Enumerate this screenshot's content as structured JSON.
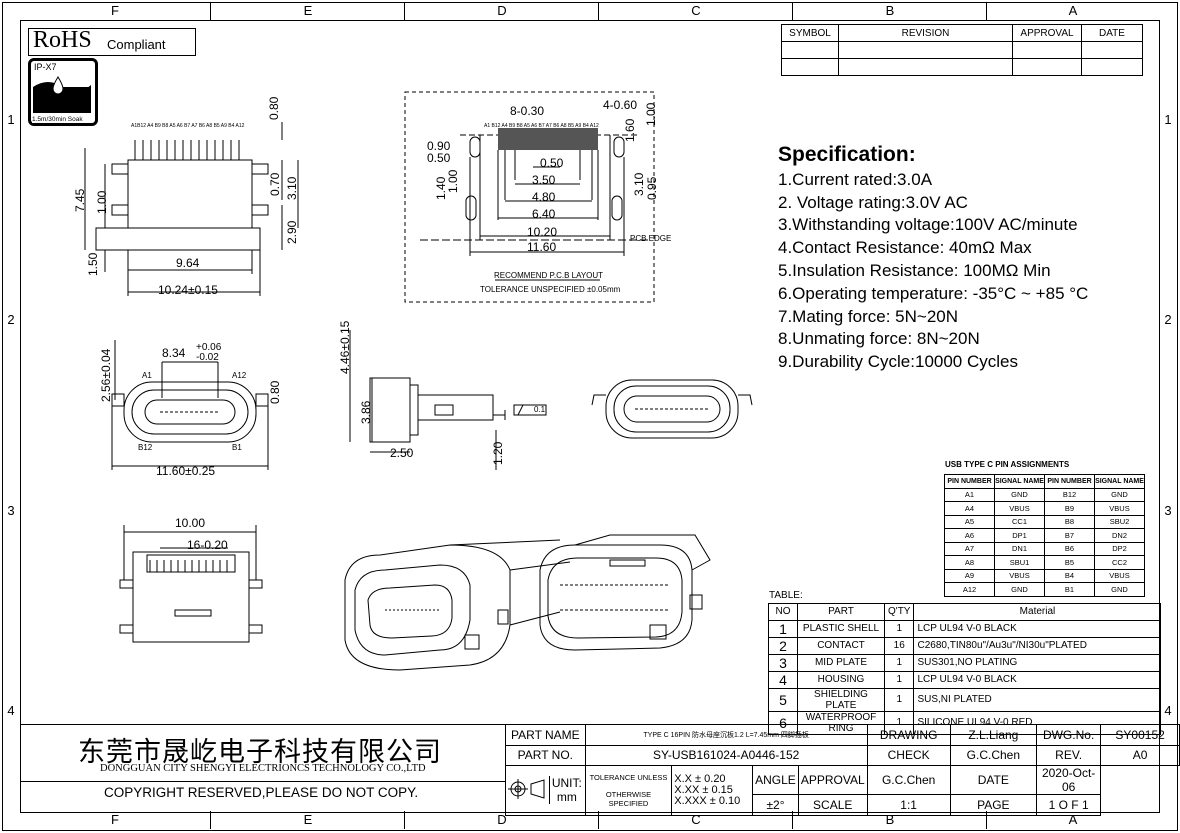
{
  "columns": [
    "F",
    "E",
    "D",
    "C",
    "B",
    "A"
  ],
  "rows": [
    "1",
    "2",
    "3",
    "4"
  ],
  "rohs": {
    "main": "RoHS",
    "sub": "Compliant"
  },
  "ip_badge": {
    "rating": "IP-X7",
    "soak": "1.5m/30min Soak"
  },
  "revision_table": {
    "headers": [
      "SYMBOL",
      "REVISION",
      "APPROVAL",
      "DATE"
    ]
  },
  "top_view": {
    "dims": [
      "0.80",
      "7.45",
      "1.00",
      "0.70",
      "3.10",
      "2.90",
      "1.50",
      "9.64",
      "10.24±0.15"
    ],
    "pin_labels": "A1B12 A4 B9 B8 A5 A6 B7 A7 B6 A8 B5 A9 B4 A12"
  },
  "pcb_layout": {
    "dims": [
      "8-0.30",
      "4-0.60",
      "1.00",
      "1.60",
      "0.90",
      "0.50",
      "0.50",
      "3.50",
      "4.80",
      "6.40",
      "10.20",
      "11.60",
      "1.40",
      "1.00",
      "3.10",
      "0.95"
    ],
    "pin_labels": "A1 B12 A4 B9 B8 A5 A6 B7 A7 B6 A8 B5 A9 B4 A12",
    "pcb_edge": "PCB EDGE",
    "caption": "RECOMMEND P.C.B LAYOUT",
    "tolerance": "TOLERANCE UNSPECIFIED ±0.05mm"
  },
  "front_view": {
    "dims": [
      "8.34",
      "+0.06",
      "-0.02",
      "2.56±0.04",
      "0.80",
      "11.60±0.25"
    ],
    "labels": [
      "A1",
      "A12",
      "B12",
      "B1"
    ]
  },
  "side_view": {
    "dims": [
      "4.46±0.15",
      "3.86",
      "2.50",
      "1.20"
    ],
    "flatness": "0.1"
  },
  "bottom_view": {
    "dims": [
      "10.00",
      "16-0.20"
    ]
  },
  "specification": {
    "title": "Specification:",
    "items": [
      "1.Current rated:3.0A",
      "2. Voltage rating:3.0V AC",
      "3.Withstanding voltage:100V AC/minute",
      "4.Contact Resistance: 40mΩ Max",
      "5.Insulation Resistance: 100MΩ Min",
      "6.Operating temperature: -35°C ~ +85 °C",
      "7.Mating force: 5N~20N",
      "8.Unmating force: 8N~20N",
      "9.Durability Cycle:10000 Cycles"
    ]
  },
  "pin_assignments": {
    "title": "USB TYPE C PIN ASSIGNMENTS",
    "headers": [
      "PIN NUMBER",
      "SIGNAL NAME",
      "PIN NUMBER",
      "SIGNAL NAME"
    ],
    "rows": [
      [
        "A1",
        "GND",
        "B12",
        "GND"
      ],
      [
        "A4",
        "VBUS",
        "B9",
        "VBUS"
      ],
      [
        "A5",
        "CC1",
        "B8",
        "SBU2"
      ],
      [
        "A6",
        "DP1",
        "B7",
        "DN2"
      ],
      [
        "A7",
        "DN1",
        "B6",
        "DP2"
      ],
      [
        "A8",
        "SBU1",
        "B5",
        "CC2"
      ],
      [
        "A9",
        "VBUS",
        "B4",
        "VBUS"
      ],
      [
        "A12",
        "GND",
        "B1",
        "GND"
      ]
    ]
  },
  "parts_table": {
    "label": "TABLE:",
    "headers": [
      "NO",
      "PART",
      "Q'TY",
      "Material"
    ],
    "rows": [
      [
        "1",
        "PLASTIC SHELL",
        "1",
        "LCP UL94 V-0 BLACK"
      ],
      [
        "2",
        "CONTACT",
        "16",
        "C2680,TIN80u\"/Au3u\"/NI30u\"PLATED"
      ],
      [
        "3",
        "MID PLATE",
        "1",
        "SUS301,NO PLATING"
      ],
      [
        "4",
        "HOUSING",
        "1",
        "LCP UL94 V-0 BLACK"
      ],
      [
        "5",
        "SHIELDING PLATE",
        "1",
        "SUS,NI PLATED"
      ],
      [
        "6",
        "WATERPROOF RING",
        "1",
        "SILICONE UL94 V-0 RED"
      ]
    ]
  },
  "title_block": {
    "company_cn": "东莞市晟屹电子科技有限公司",
    "company_en": "DONGGUAN CITY SHENGYI ELECTRIONCS TECHNOLOGY CO.,LTD",
    "copyright": "COPYRIGHT RESERVED,PLEASE DO NOT COPY.",
    "part_name_label": "PART NAME",
    "part_name": "TYPE C 16PIN 防水母座沉板1.2 L=7.45mm 四脚插板",
    "part_no_label": "PART NO.",
    "part_no": "SY-USB161024-A0446-152",
    "unit_label": "UNIT:",
    "unit": "mm",
    "tol_label1": "TOLERANCE UNLESS",
    "tol_label2": "OTHERWISE SPECIFIED",
    "tol1": "X.X ± 0.20",
    "tol2": "X.XX ± 0.15",
    "tol3": "X.XXX ± 0.10",
    "angle_label": "ANGLE",
    "angle": "±2°",
    "drawing_label": "DRAWING",
    "drawing": "Z.L.Liang",
    "check_label": "CHECK",
    "check": "G.C.Chen",
    "approval_label": "APPROVAL",
    "approval": "G.C.Chen",
    "scale_label": "SCALE",
    "scale": "1:1",
    "dwg_label": "DWG.No.",
    "dwg": "SY00152",
    "rev_label": "REV.",
    "rev": "A0",
    "date_label": "DATE",
    "date": "2020-Oct-06",
    "page_label": "PAGE",
    "page": "1 O F 1"
  }
}
